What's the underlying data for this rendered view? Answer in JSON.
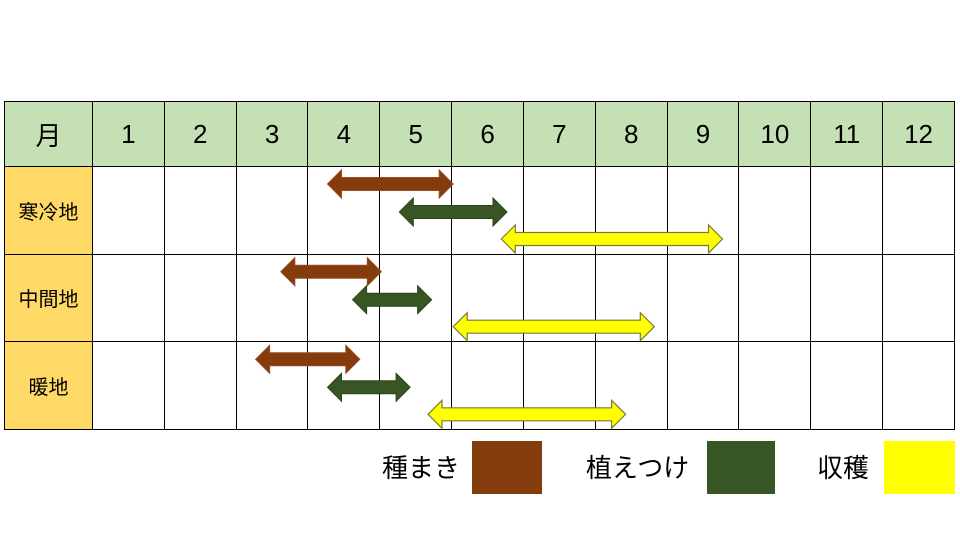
{
  "chart_data": {
    "type": "bar",
    "orientation": "horizontal",
    "corner_label": "月",
    "months": [
      "1",
      "2",
      "3",
      "4",
      "5",
      "6",
      "7",
      "8",
      "9",
      "10",
      "11",
      "12"
    ],
    "categories": [
      "寒冷地",
      "中間地",
      "暖地"
    ],
    "xlim": [
      1,
      13
    ],
    "grid": true,
    "legend_position": "bottom-right",
    "series": [
      {
        "name": "種まき",
        "color": "#843C0C",
        "ranges": [
          [
            4.25,
            6.0
          ],
          [
            3.6,
            5.0
          ],
          [
            3.25,
            4.7
          ]
        ]
      },
      {
        "name": "植えつけ",
        "color": "#375623",
        "ranges": [
          [
            5.25,
            6.75
          ],
          [
            4.6,
            5.7
          ],
          [
            4.25,
            5.4
          ]
        ]
      },
      {
        "name": "収穫",
        "color": "#FFFF00",
        "ranges": [
          [
            6.67,
            9.75
          ],
          [
            6.0,
            8.8
          ],
          [
            5.65,
            8.4
          ]
        ]
      }
    ]
  },
  "colors": {
    "header_bg": "#C5E0B4",
    "category_bg": "#FFD966"
  }
}
